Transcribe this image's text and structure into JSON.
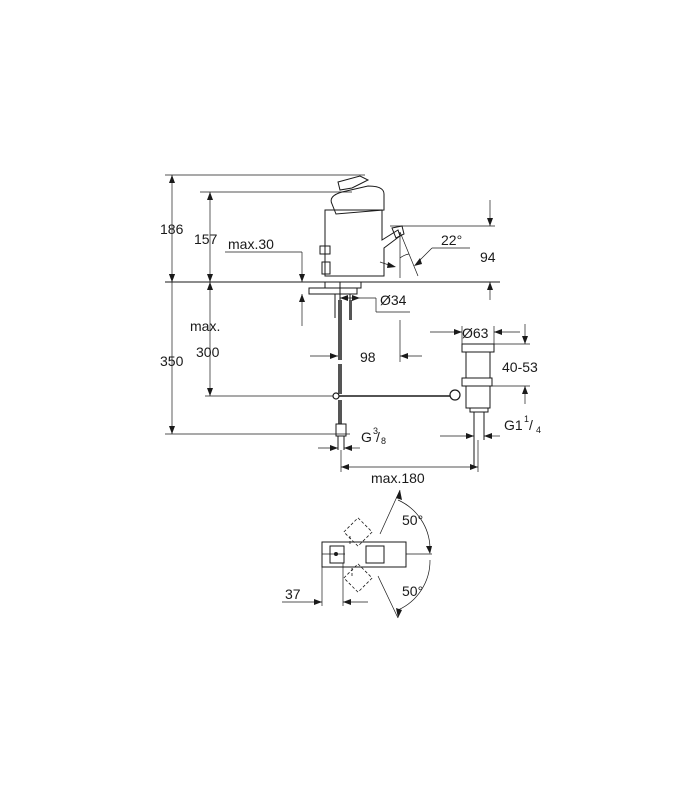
{
  "dimensions": {
    "d186": "186",
    "d157": "157",
    "max30": "max.30",
    "angle22": "22°",
    "d94": "94",
    "dia34": "Ø34",
    "max300_a": "max.",
    "max300_b": "300",
    "d350": "350",
    "d98": "98",
    "dia63": "Ø63",
    "range4053": "40-53",
    "g38_main": "G",
    "g38_num": "3",
    "g38_den": "8",
    "g114_main": "G1",
    "g114_num": "1",
    "g114_den": "4",
    "max180": "max.180",
    "angle50_top": "50°",
    "angle50_bottom": "50°",
    "d37": "37"
  }
}
